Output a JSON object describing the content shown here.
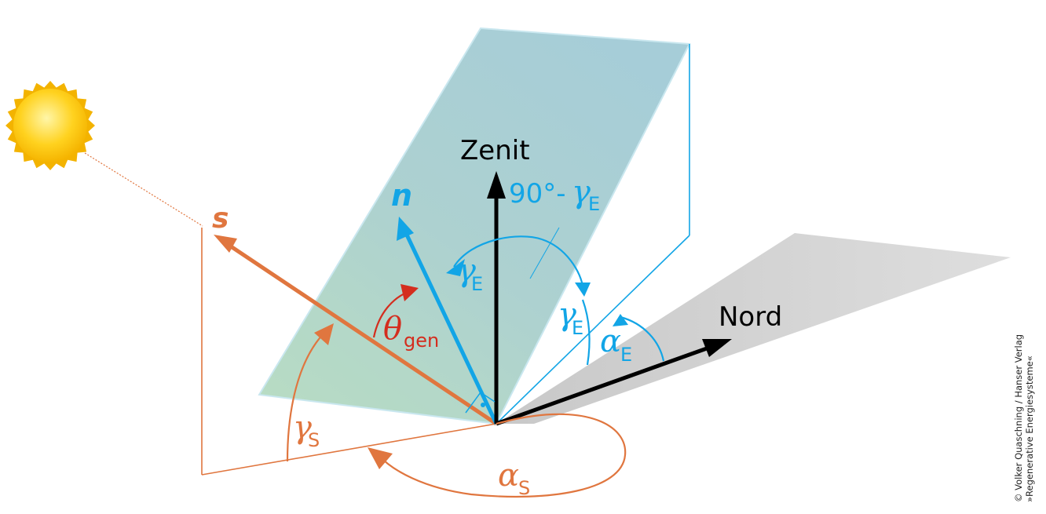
{
  "labels": {
    "zenith": "Zenit",
    "north": "Nord",
    "sun_vector": "s",
    "normal_vector": "n",
    "angle_90_main": "90°-",
    "gamma": "γ",
    "alpha": "α",
    "theta": "θ",
    "sub_E": "E",
    "sub_S": "S",
    "sub_gen": "gen"
  },
  "credit": {
    "line1": "© Volker Quaschning / Hanser Verlag",
    "line2": "»Regenerative Energiesysteme«"
  },
  "colors": {
    "orange": "#e0763f",
    "blue": "#12a5e6",
    "red": "#d42d1e",
    "black": "#000000",
    "panel": "#a9d2cf",
    "ground": "#d0d0d0"
  },
  "icons": {
    "sun": "sun-icon"
  }
}
